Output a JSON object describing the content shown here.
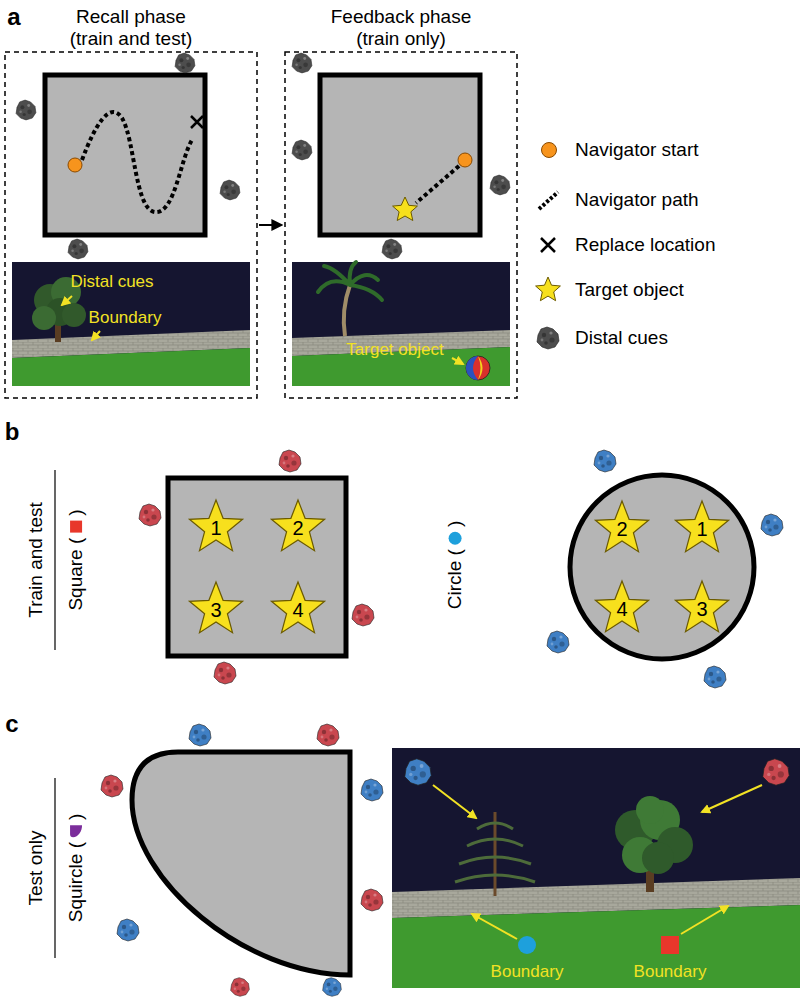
{
  "diagram": {
    "nodes": [
      {
        "text": [
          "Recall phase (train and test)"
        ]
      },
      {
        "text": [
          "Distal cues",
          "Boundary"
        ],
        "in": 0
      },
      {
        "text": [
          "Feedback phase (train only)"
        ]
      },
      {
        "text": [
          "Target object"
        ],
        "in": 2
      },
      {
        "text": [
          "1"
        ]
      },
      {
        "text": [
          "2"
        ]
      },
      {
        "text": [
          "3"
        ]
      },
      {
        "text": [
          "4"
        ]
      },
      {
        "text": [
          "2"
        ]
      },
      {
        "text": [
          "1"
        ]
      },
      {
        "text": [
          "4"
        ]
      },
      {
        "text": [
          "3"
        ]
      },
      {
        "text": [
          "Boundary",
          "Boundary"
        ]
      }
    ],
    "labels": [
      "a",
      "b",
      "Train and test",
      "Square (",
      ")",
      "Circle (",
      ")",
      "c",
      "Test only",
      "Squircle (",
      ")"
    ],
    "legend": [
      {
        "text": "Navigator start",
        "color": "#f7941d"
      },
      {
        "text": "Navigator path"
      },
      {
        "text": "Replace location"
      },
      {
        "text": "Target object"
      },
      {
        "text": "Distal cues"
      }
    ]
  }
}
